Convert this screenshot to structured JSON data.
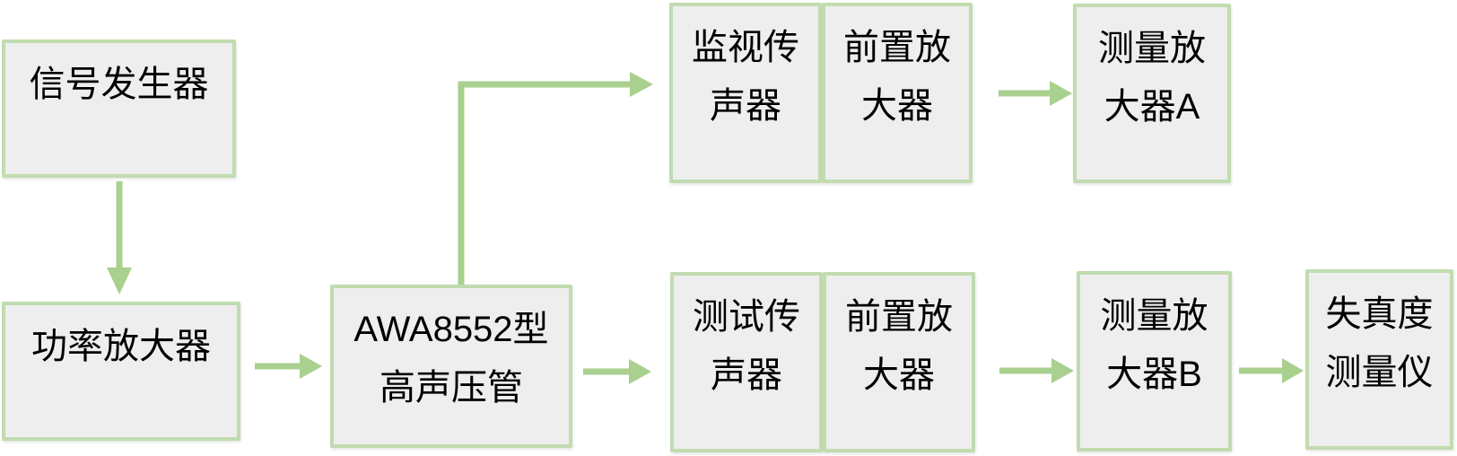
{
  "diagram": {
    "type": "flowchart",
    "colors": {
      "background": "#ffffff",
      "box_fill": "#eeeeee",
      "box_border": "#c1dcb0",
      "arrow": "#a9d08e",
      "text": "#000000"
    },
    "nodes": {
      "signal_generator": {
        "label": "信号发生器",
        "lines": [
          "信号发生器"
        ]
      },
      "power_amplifier": {
        "label": "功率放大器",
        "lines": [
          "功率放大器"
        ]
      },
      "awa8552_tube": {
        "label": "AWA8552型高声压管",
        "lines": [
          "AWA8552型",
          "高声压管"
        ]
      },
      "monitor_microphone": {
        "label": "监视传声器",
        "lines": [
          "监视传",
          "声器"
        ]
      },
      "preamp_top": {
        "label": "前置放大器",
        "lines": [
          "前置放",
          "大器"
        ]
      },
      "measuring_amplifier_a": {
        "label": "测量放大器A",
        "lines": [
          "测量放",
          "大器A"
        ]
      },
      "test_microphone": {
        "label": "测试传声器",
        "lines": [
          "测试传",
          "声器"
        ]
      },
      "preamp_bottom": {
        "label": "前置放大器",
        "lines": [
          "前置放",
          "大器"
        ]
      },
      "measuring_amplifier_b": {
        "label": "测量放大器B",
        "lines": [
          "测量放",
          "大器B"
        ]
      },
      "distortion_meter": {
        "label": "失真度测量仪",
        "lines": [
          "失真度",
          "测量仪"
        ]
      }
    },
    "edges": [
      {
        "from": "signal_generator",
        "to": "power_amplifier"
      },
      {
        "from": "power_amplifier",
        "to": "awa8552_tube"
      },
      {
        "from": "awa8552_tube",
        "to": "monitor_microphone"
      },
      {
        "from": "awa8552_tube",
        "to": "test_microphone"
      },
      {
        "from": "preamp_top",
        "to": "measuring_amplifier_a"
      },
      {
        "from": "preamp_bottom",
        "to": "measuring_amplifier_b"
      },
      {
        "from": "measuring_amplifier_b",
        "to": "distortion_meter"
      }
    ]
  }
}
